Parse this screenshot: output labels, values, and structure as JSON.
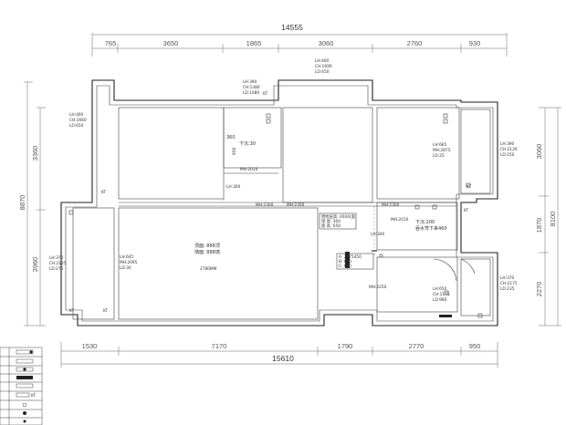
{
  "top_dims": {
    "total": "14555",
    "segments": [
      "765",
      "3650",
      "1865",
      "3060",
      "2760",
      "930"
    ]
  },
  "bottom_dims": {
    "total": "15610",
    "segments": [
      "1530",
      "7170",
      "1790",
      "2770",
      "950"
    ]
  },
  "left_dims": {
    "total": "8870",
    "segments": [
      "3360",
      "3960"
    ]
  },
  "right_dims": {
    "total": "8100",
    "segments": [
      "3060",
      "1870",
      "2270"
    ]
  },
  "annotations": [
    {
      "id": "a1",
      "lines": [
        "LH:400",
        "CH:1660",
        "LD:650"
      ]
    },
    {
      "id": "a2",
      "lines": [
        "LH:390",
        "CH:1380",
        "LD:1080"
      ]
    },
    {
      "id": "a3",
      "lines": [
        "LH:400",
        "CH:1690",
        "LD:450"
      ]
    },
    {
      "id": "a4",
      "lines": [
        "LH:665",
        "MH:2875",
        "LD:25"
      ]
    },
    {
      "id": "a5",
      "lines": [
        "LH:390",
        "CH:2126",
        "LD:250"
      ]
    },
    {
      "id": "a6",
      "lines": [
        "LH:370",
        "CH:2125",
        "LD:270"
      ]
    },
    {
      "id": "a7",
      "lines": [
        "LH:645",
        "MH:2095",
        "LD:30"
      ]
    },
    {
      "id": "a8",
      "lines": [
        "LH:370",
        "CH:2175",
        "LD:235"
      ]
    },
    {
      "id": "a9",
      "lines": [
        "LH:650",
        "CH:1175",
        "LD:980"
      ]
    },
    {
      "id": "a10",
      "lines": [
        "顶面: 888顶",
        "墙面: 888墙"
      ]
    },
    {
      "id": "a11",
      "lines": [
        "下沉:30"
      ]
    },
    {
      "id": "a12",
      "lines": [
        "下沉:200",
        "吞水弯下来460"
      ]
    },
    {
      "id": "a13",
      "lines": [
        "MH:2010"
      ]
    },
    {
      "id": "a14",
      "lines": [
        "LH:300"
      ]
    },
    {
      "id": "a15",
      "lines": [
        "MH:2300"
      ]
    },
    {
      "id": "a16",
      "lines": [
        "MH:2300"
      ]
    },
    {
      "id": "a17",
      "lines": [
        "MH:2300"
      ]
    },
    {
      "id": "a18",
      "lines": [
        "MH:2010"
      ]
    },
    {
      "id": "a19",
      "lines": [
        "LH:340"
      ]
    },
    {
      "id": "a20",
      "lines": [
        "MH:2250"
      ]
    },
    {
      "id": "a21",
      "lines": [
        "2780MM"
      ]
    }
  ],
  "small_labels": {
    "n360": "360",
    "n950": "950",
    "kt1": "KT",
    "kt2": "KT",
    "kt3": "KT",
    "kt4": "KT",
    "kt5": "KT",
    "kt_side": "KT"
  },
  "info_boxes": [
    {
      "id": "b1",
      "lines": [
        "原始层高: 4004(面",
        "梁 底: 300",
        "窗 高: 650"
      ]
    },
    {
      "id": "b2",
      "lines": [
        "A: 2775450",
        "B: 600",
        "C: 650"
      ]
    }
  ],
  "legend": {
    "items": [
      "",
      "",
      "",
      "",
      "",
      "KT",
      "",
      "",
      ""
    ]
  }
}
